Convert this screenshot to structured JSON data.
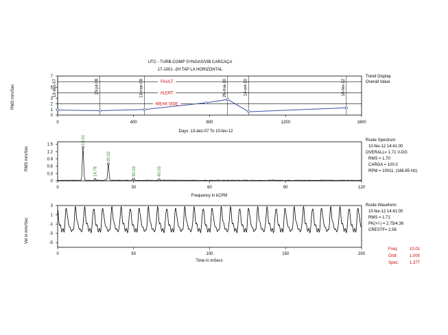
{
  "header": {
    "line1": "UTC  - TURB-COMP SYNGAS/VIB CARCAÇA",
    "line2": "17-1001   -2H    TAP LA HORIZONTAL"
  },
  "colors": {
    "trace": "#000000",
    "alarm": "#cc0000",
    "peak_label": "#2a8a2a",
    "point": "#5a6fb0"
  },
  "trend_panel": {
    "title": "Trend Display",
    "subtitle": "Overall Value",
    "ylabel": "RMS mm/Sec",
    "xlabel": "Days:  13-dez-07  To  10-fev-12",
    "alarms": [
      {
        "label": "FAULT",
        "level": 6.0
      },
      {
        "label": "ALERT",
        "level": 4.0
      },
      {
        "label": "WEAK SIDE",
        "level": 2.0
      }
    ],
    "date_markers": [
      {
        "label": "13-dez-07",
        "day": 0
      },
      {
        "label": "23-jul-08",
        "day": 223
      },
      {
        "label": "13-mar-09",
        "day": 456
      },
      {
        "label": "26-mai-10",
        "day": 895
      },
      {
        "label": "14-set-10",
        "day": 1006
      },
      {
        "label": "10-fev-12",
        "day": 1520
      }
    ]
  },
  "spectrum_panel": {
    "title": "Route Spectrum",
    "timestamp": "10-fev-12  14:41:00",
    "overall": "OVERALL= 1.71 V-DG",
    "rms": "RMS = 1.70",
    "carga": "CARGA = 100.0",
    "rpm": "RPM = 10011. (166.85 Hz)",
    "ylabel": "RMS mm/Sec",
    "xlabel": "Frequency in kCPM",
    "peak_labels": [
      "10.01",
      "14.78",
      "20.02",
      "30.03",
      "40.03"
    ]
  },
  "waveform_panel": {
    "title": "Route Waveform",
    "timestamp": "10-fev-12  14:41:00",
    "rms": "RMS = 1.71",
    "pk": "PK(+/-) = 2.75/4.36",
    "crestf": "CRESTF= 2.56",
    "ylabel": "Vel in mm/Sec",
    "xlabel": "Time in mSecs"
  },
  "cursor_readout": {
    "freq_label": "Freq:",
    "freq_value": "10.01",
    "ordr_label": "Ordr:",
    "ordr_value": "1.000",
    "spec_label": "Spec:",
    "spec_value": "1.377"
  },
  "chart_data": [
    {
      "type": "line",
      "title": "Trend Display",
      "xlabel": "Days:  13-dez-07  To  10-fev-12",
      "ylabel": "RMS mm/Sec",
      "xlim": [
        0,
        1600
      ],
      "ylim": [
        0,
        7
      ],
      "xticks": [
        0,
        400,
        800,
        1200,
        1600
      ],
      "yticks": [
        0,
        1,
        2,
        3,
        5,
        7
      ],
      "series": [
        {
          "x": [
            0,
            223,
            456,
            780,
            895,
            1006,
            1520
          ],
          "y": [
            0.9,
            0.8,
            1.0,
            2.2,
            2.8,
            0.6,
            1.3
          ]
        }
      ],
      "alarm_levels": {
        "FAULT": 6.0,
        "ALERT": 4.0,
        "WEAK SIDE": 2.0
      }
    },
    {
      "type": "line",
      "title": "Route Spectrum",
      "xlabel": "Frequency in kCPM",
      "ylabel": "RMS mm/Sec",
      "xlim": [
        0,
        120
      ],
      "ylim": [
        0,
        1.6
      ],
      "xticks": [
        0,
        30,
        60,
        90,
        120
      ],
      "yticks": [
        0,
        0.3,
        0.6,
        0.9,
        1.2,
        1.5
      ],
      "peaks": [
        {
          "x": 10.01,
          "y": 1.377
        },
        {
          "x": 14.78,
          "y": 0.06
        },
        {
          "x": 20.02,
          "y": 0.7
        },
        {
          "x": 30.03,
          "y": 0.08
        },
        {
          "x": 40.03,
          "y": 0.05
        }
      ]
    },
    {
      "type": "line",
      "title": "Route Waveform",
      "xlabel": "Time in mSecs",
      "ylabel": "Vel in mm/Sec",
      "xlim": [
        0,
        200
      ],
      "ylim": [
        -6,
        3
      ],
      "xticks": [
        0,
        50,
        100,
        150,
        200
      ],
      "yticks": [
        -5,
        -3,
        -1,
        1,
        3
      ],
      "series": [
        {
          "waveform": "periodic",
          "period_ms": 6.0,
          "min": -4.36,
          "max": 2.75
        }
      ]
    }
  ]
}
